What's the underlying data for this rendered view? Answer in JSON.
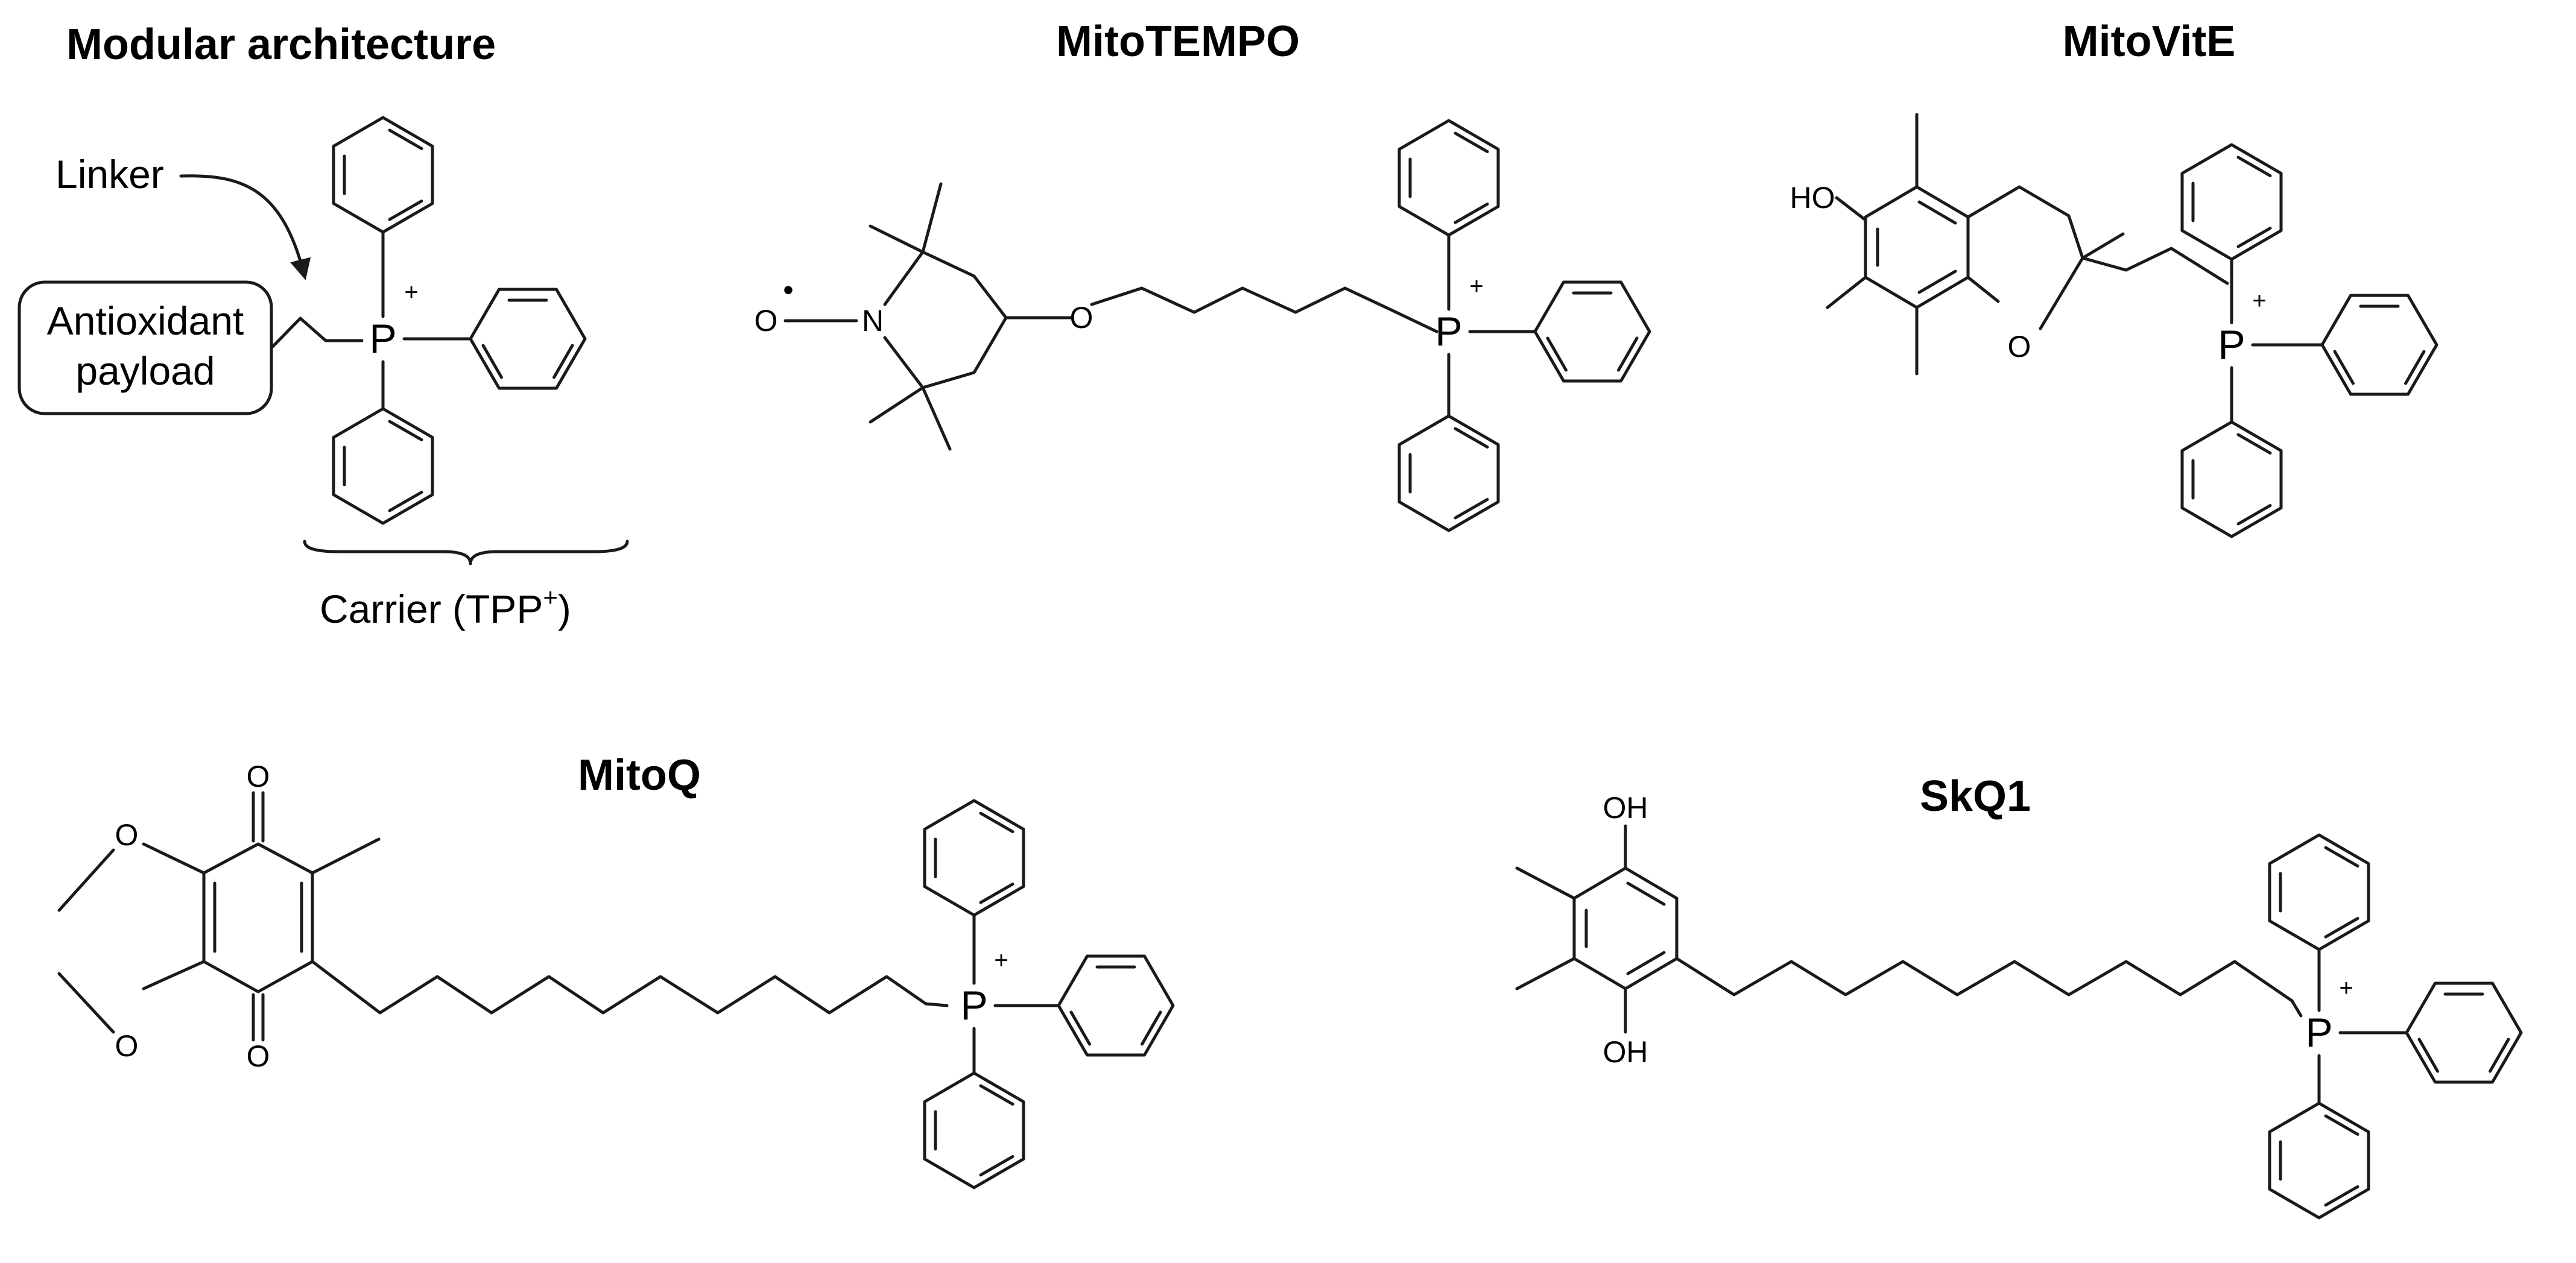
{
  "panels": {
    "modular": {
      "title": "Modular architecture",
      "linker_label": "Linker",
      "payload_line1": "Antioxidant",
      "payload_line2": "payload",
      "carrier_label": "Carrier (TPP",
      "carrier_sup": "+",
      "carrier_close": ")"
    },
    "mitotempo": {
      "title": "MitoTEMPO"
    },
    "mitovite": {
      "title": "MitoVitE",
      "ho": "HO"
    },
    "mitoq": {
      "title": "MitoQ"
    },
    "skq1": {
      "title": "SkQ1",
      "oh_top": "OH",
      "oh_bottom": "OH"
    }
  },
  "atoms": {
    "phosphorus": "P",
    "charge": "+",
    "oxygen": "O",
    "nitrogen": "N",
    "radical": "•"
  }
}
